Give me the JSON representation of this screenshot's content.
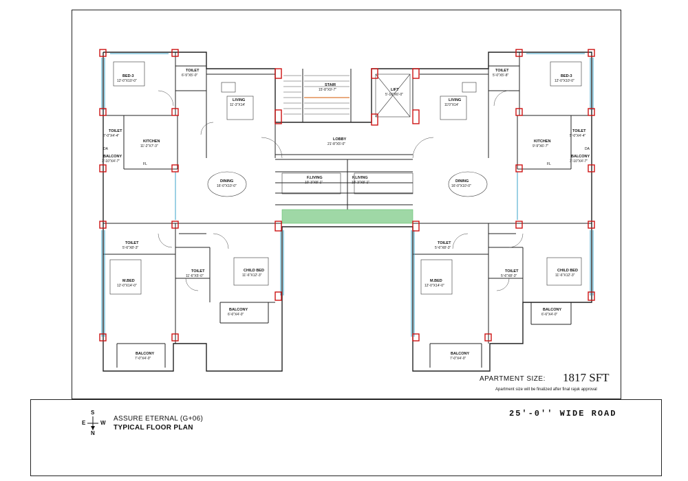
{
  "apartment": {
    "size_label": "APARTMENT SIZE:",
    "size_value": "1817 SFT",
    "note": "Apartment size will be finalized after final rajuk approval"
  },
  "road": "25'-0'' WIDE ROAD",
  "project": {
    "name": "ASSURE ETERNAL (G+06)",
    "plan": "TYPICAL FLOOR PLAN"
  },
  "compass": {
    "n": "N",
    "s": "S",
    "e": "E",
    "w": "W"
  },
  "rooms": {
    "bed3_left": {
      "name": "BED-3",
      "dim": "12'-0\"X10'-0\""
    },
    "bed3_right": {
      "name": "BED-3",
      "dim": "12'-0\"X10'-0\""
    },
    "toilet_tl": {
      "name": "TOILET",
      "dim": "6'-5\"X5'-0\""
    },
    "toilet_tr": {
      "name": "TOILET",
      "dim": "5'-0\"X5'-8\""
    },
    "living_left": {
      "name": "LIVING",
      "dim": "11'-3\"X14'"
    },
    "living_right": {
      "name": "LIVING",
      "dim": "11'0\"X14'"
    },
    "stair": {
      "name": "STAIR",
      "dim": "15'-8\"X9'-7\""
    },
    "lift": {
      "name": "LIFT",
      "dim": "5'-10\"X6'-0\""
    },
    "lobby": {
      "name": "LOBBY",
      "dim": "21'-8\"X5'-0\""
    },
    "toilet_ml": {
      "name": "TOILET",
      "dim": "7'-0\"X4'-4\""
    },
    "toilet_mr": {
      "name": "TOILET",
      "dim": "5'-0\"X4'-4\""
    },
    "kitchen_left": {
      "name": "KITCHEN",
      "dim": "11'-2\"X7'-3\""
    },
    "kitchen_right": {
      "name": "KITCHEN",
      "dim": "9'-9\"X6'-7\""
    },
    "balcony_ml": {
      "name": "BALCONY",
      "dim": "3'-10\"X4'-7\""
    },
    "balcony_mr": {
      "name": "BALCONY",
      "dim": "3'-10\"X4'-7\""
    },
    "dining_left": {
      "name": "DINING",
      "dim": "16'-0\"X10'-0\""
    },
    "dining_right": {
      "name": "DINING",
      "dim": "16'-0\"X10'-0\""
    },
    "fliving_left": {
      "name": "F.LIVING",
      "dim": "10'-3\"X8'-1\""
    },
    "fliving_right": {
      "name": "F.LIVING",
      "dim": "10'-3\"X8'-1\""
    },
    "toilet_bl": {
      "name": "TOILET",
      "dim": "5'-6\"X8'-3\""
    },
    "toilet_br": {
      "name": "TOILET",
      "dim": "5'-6\"X8'-3\""
    },
    "mbed_left": {
      "name": "M.BED",
      "dim": "12'-0\"X14'-0\""
    },
    "mbed_right": {
      "name": "M.BED",
      "dim": "12'-0\"X14'-0\""
    },
    "toilet_cl": {
      "name": "TOILET",
      "dim": "11'-6\"X5'-0\""
    },
    "toilet_cr": {
      "name": "TOILET",
      "dim": "5'-6\"X8'-3\""
    },
    "child_left": {
      "name": "CHILD BED",
      "dim": "11'-6\"X12'-3\""
    },
    "child_right": {
      "name": "CHILD BED",
      "dim": "11'-6\"X12'-3\""
    },
    "balcony_cl": {
      "name": "BALCONY",
      "dim": "6'-6\"X4'-0\""
    },
    "balcony_cr": {
      "name": "BALCONY",
      "dim": "6'-6\"X4'-0\""
    },
    "balcony_bl": {
      "name": "BALCONY",
      "dim": "7'-0\"X4'-0\""
    },
    "balcony_br": {
      "name": "BALCONY",
      "dim": "7'-0\"X4'-0\""
    },
    "da_left": "DA",
    "da_right": "DA",
    "fl_left": "FL",
    "fl_right": "FL"
  },
  "colors": {
    "column": "#cc1111",
    "glazing": "#3aa3c9",
    "wall": "#222222",
    "landscape": "#5fbf6a"
  }
}
